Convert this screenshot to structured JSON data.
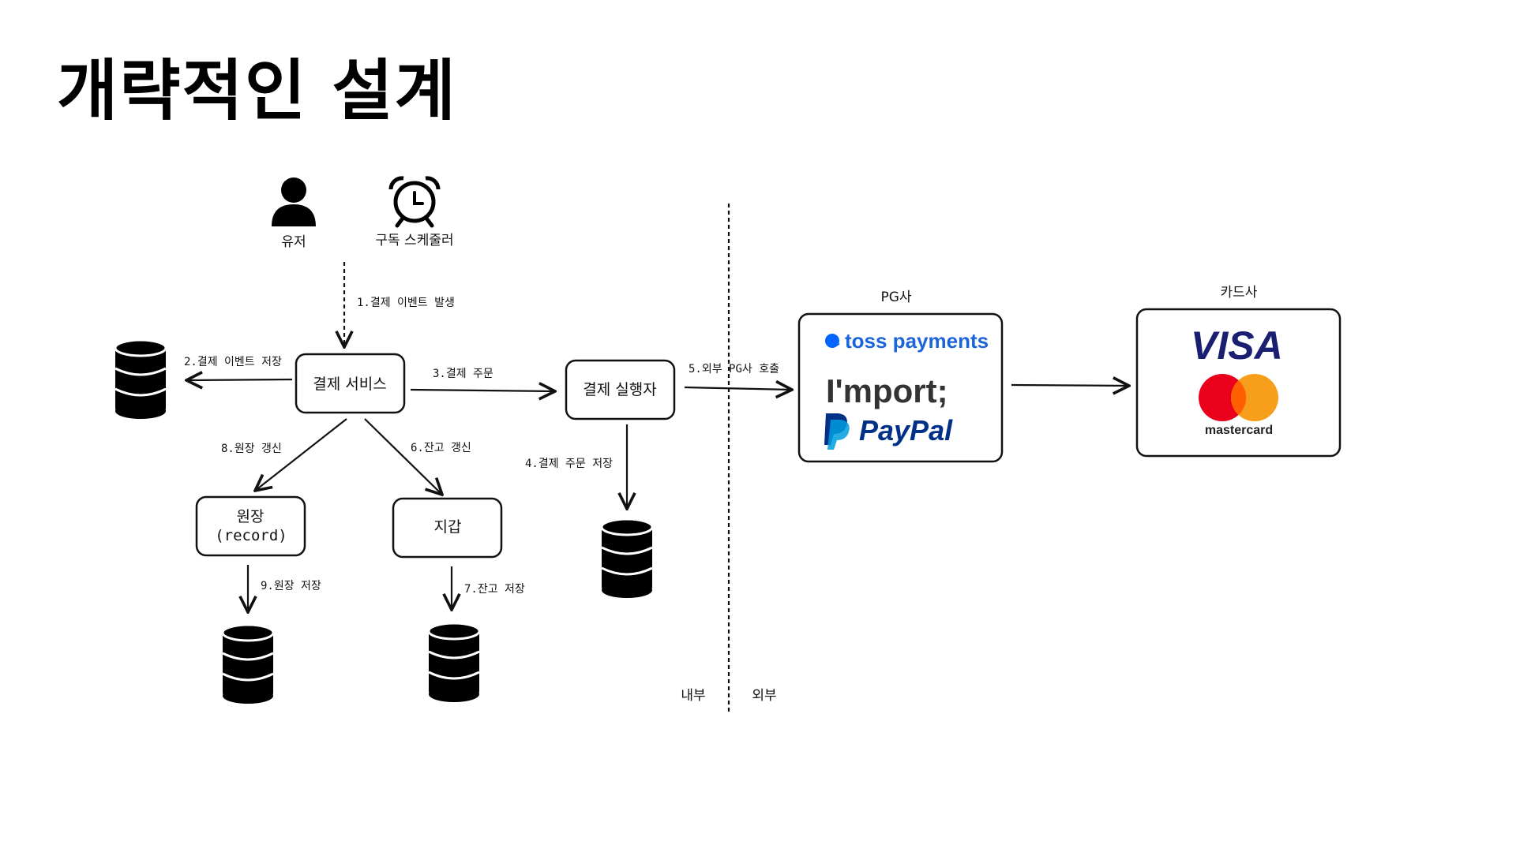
{
  "title": "개략적인 설계",
  "actors": {
    "user": "유저",
    "scheduler": "구독 스케줄러"
  },
  "nodes": {
    "payment_service": "결제 서비스",
    "payment_executor": "결제 실행자",
    "ledger_line1": "원장",
    "ledger_line2": "(record)",
    "wallet": "지갑"
  },
  "edges": {
    "e1": "1.결제 이벤트 발생",
    "e2": "2.결제 이벤트 저장",
    "e3": "3.결제 주문",
    "e4": "4.결제 주문 저장",
    "e5": "5.외부 PG사 호출",
    "e6": "6.잔고 갱신",
    "e7": "7.잔고 저장",
    "e8": "8.원장 갱신",
    "e9": "9.원장 저장"
  },
  "boundary": {
    "internal": "내부",
    "external": "외부"
  },
  "pg": {
    "heading": "PG사",
    "brands": {
      "toss": "toss payments",
      "import": "I'mport;",
      "paypal": "PayPal"
    }
  },
  "card": {
    "heading": "카드사",
    "brands": {
      "visa": "VISA",
      "mastercard": "mastercard"
    }
  },
  "colors": {
    "toss_blue": "#0064FF",
    "toss_text": "#1B64DA",
    "paypal_dark": "#003087",
    "paypal_light": "#009CDE",
    "visa_blue": "#1A1F71",
    "mc_red": "#EB001B",
    "mc_orange": "#F79E1B",
    "mc_overlap": "#FF5F00"
  },
  "icons": [
    "user-icon",
    "alarm-clock-icon",
    "database-icon",
    "toss-logo",
    "paypal-logo",
    "visa-logo",
    "mastercard-logo"
  ]
}
